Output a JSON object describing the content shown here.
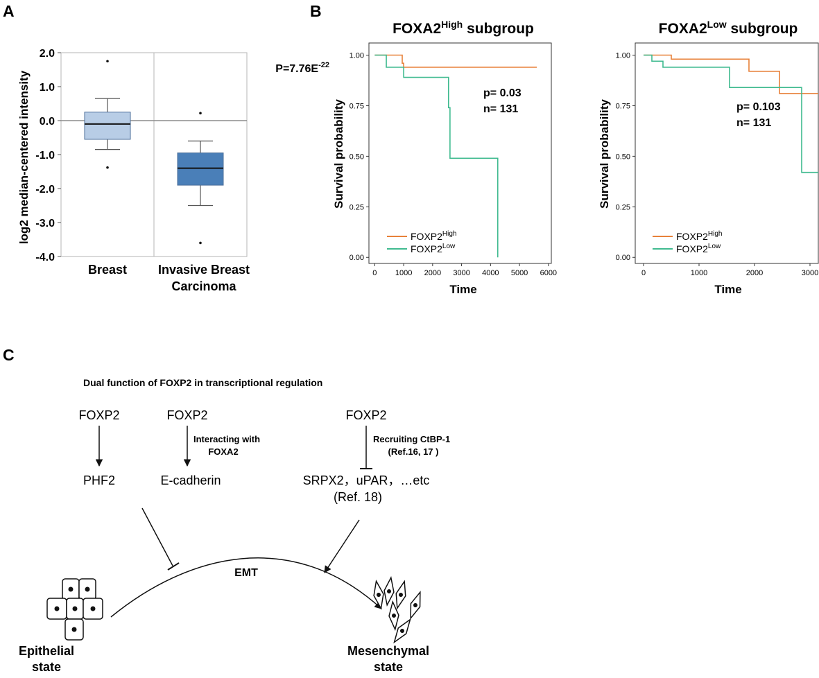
{
  "panels": {
    "a": {
      "letter": "A"
    },
    "b": {
      "letter": "B"
    },
    "c": {
      "letter": "C"
    }
  },
  "colors": {
    "orange": "#e8813a",
    "green": "#3fba8f",
    "box_light": "#b8cde6",
    "box_dark": "#4a7fb8",
    "ink": "#111111"
  },
  "chart_data": [
    {
      "id": "boxplot",
      "type": "box",
      "ylabel": "log2 median-centered intensity",
      "ylim": [
        -4.0,
        2.0
      ],
      "yticks": [
        "2.0",
        "1.0",
        "0.0",
        "-1.0",
        "-2.0",
        "-3.0",
        "-4.0"
      ],
      "annotation": {
        "text": "P=7.76E",
        "sup": "-22"
      },
      "groups": [
        {
          "label_lines": [
            "Breast"
          ],
          "min": -0.85,
          "q1": -0.55,
          "median": -0.1,
          "q3": 0.25,
          "max": 0.65,
          "outliers": [
            1.75,
            -1.38
          ]
        },
        {
          "label_lines": [
            "Invasive Breast",
            "Carcinoma"
          ],
          "min": -2.5,
          "q1": -1.9,
          "median": -1.4,
          "q3": -0.95,
          "max": -0.6,
          "outliers": [
            0.22,
            -3.6
          ]
        }
      ]
    },
    {
      "id": "km-high",
      "type": "line",
      "step": true,
      "title": {
        "prefix": "FOXA2",
        "sup": "High",
        "suffix": " subgroup"
      },
      "xlabel": "Time",
      "ylabel": "Survival probability",
      "xlim": [
        -200,
        6100
      ],
      "ylim": [
        -0.03,
        1.06
      ],
      "xticks": [
        "0",
        "1000",
        "2000",
        "3000",
        "4000",
        "5000",
        "6000"
      ],
      "yticks": [
        "0.00",
        "0.25",
        "0.50",
        "0.75",
        "1.00"
      ],
      "annotation": [
        "p= 0.03",
        "n= 131"
      ],
      "legend": [
        {
          "prefix": "FOXP2",
          "sup": "High",
          "color": "#e8813a"
        },
        {
          "prefix": "FOXP2",
          "sup": "Low",
          "color": "#3fba8f"
        }
      ],
      "series": [
        {
          "color": "#e8813a",
          "x": [
            0,
            900,
            950,
            1000,
            5600
          ],
          "y": [
            1.0,
            1.0,
            0.96,
            0.94,
            0.94
          ]
        },
        {
          "color": "#3fba8f",
          "x": [
            0,
            400,
            1000,
            2550,
            2600,
            4250,
            4250
          ],
          "y": [
            1.0,
            0.94,
            0.89,
            0.74,
            0.49,
            0.49,
            0.0
          ]
        }
      ]
    },
    {
      "id": "km-low",
      "type": "line",
      "step": true,
      "title": {
        "prefix": "FOXA2",
        "sup": "Low",
        "suffix": " subgroup"
      },
      "xlabel": "Time",
      "ylabel": "Survival probability",
      "xlim": [
        -150,
        3150
      ],
      "ylim": [
        -0.03,
        1.06
      ],
      "xticks": [
        "0",
        "1000",
        "2000",
        "3000"
      ],
      "yticks": [
        "0.00",
        "0.25",
        "0.50",
        "0.75",
        "1.00"
      ],
      "annotation": [
        "p= 0.103",
        "n= 131"
      ],
      "legend": [
        {
          "prefix": "FOXP2",
          "sup": "High",
          "color": "#e8813a"
        },
        {
          "prefix": "FOXP2",
          "sup": "Low",
          "color": "#3fba8f"
        }
      ],
      "series": [
        {
          "color": "#e8813a",
          "x": [
            0,
            300,
            500,
            1900,
            2450,
            3150
          ],
          "y": [
            1.0,
            1.0,
            0.98,
            0.92,
            0.81,
            0.81
          ]
        },
        {
          "color": "#3fba8f",
          "x": [
            0,
            150,
            350,
            1550,
            2850,
            3150
          ],
          "y": [
            1.0,
            0.97,
            0.94,
            0.84,
            0.42,
            0.42
          ]
        }
      ]
    }
  ],
  "diagram": {
    "title": "Dual function of FOXP2 in transcriptional regulation",
    "nodes": {
      "foxp2_1": "FOXP2",
      "foxp2_2": "FOXP2",
      "foxp2_3": "FOXP2",
      "phf2": "PHF2",
      "ecad": "E-cadherin",
      "srpx2": "SRPX2，uPAR，…etc",
      "ref18": "(Ref. 18)",
      "interacting_1": "Interacting with",
      "interacting_2": "FOXA2",
      "recruiting_1": "Recruiting CtBP-1",
      "recruiting_2": "(Ref.16, 17 )",
      "emt": "EMT",
      "epi_1": "Epithelial",
      "epi_2": "state",
      "mes_1": "Mesenchymal",
      "mes_2": "state"
    }
  }
}
